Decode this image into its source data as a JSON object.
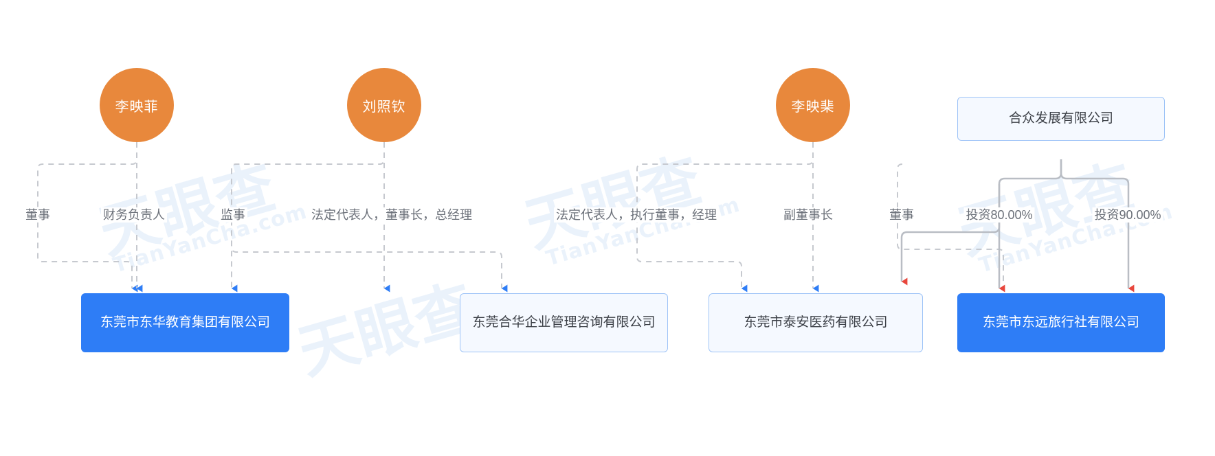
{
  "diagram": {
    "type": "corporate-relationship-graph",
    "watermark_text_cn": "天眼查",
    "watermark_text_en": "TianYanCha.com",
    "colors": {
      "person_fill": "#e8883c",
      "person_text": "#ffffff",
      "company_filled_bg": "#2e7df6",
      "company_outlined_bg": "#f5f9ff",
      "company_outlined_border": "#9dc3f7",
      "edge_dashed": "#c6c9cf",
      "edge_solid": "#b9bdc4",
      "arrow_blue": "#2e7df6",
      "arrow_red": "#e8463c",
      "label_text": "#6b7079"
    },
    "persons": [
      {
        "id": "p1",
        "name": "李映菲"
      },
      {
        "id": "p2",
        "name": "刘照钦"
      },
      {
        "id": "p3",
        "name": "李映棐"
      }
    ],
    "top_companies": [
      {
        "id": "t1",
        "name": "合众发展有限公司"
      }
    ],
    "companies": [
      {
        "id": "c1",
        "name": "东莞市东华教育集团有限公司",
        "style": "filled"
      },
      {
        "id": "c2",
        "name": "东莞合华企业管理咨询有限公司",
        "style": "outlined"
      },
      {
        "id": "c3",
        "name": "东莞市泰安医药有限公司",
        "style": "outlined"
      },
      {
        "id": "c4",
        "name": "东莞市东远旅行社有限公司",
        "style": "filled"
      }
    ],
    "edges": [
      {
        "id": "e1",
        "from": "p1",
        "to": "c1",
        "label": "董事",
        "line": "dashed",
        "arrow": "blue"
      },
      {
        "id": "e2",
        "from": "p1",
        "to": "c1",
        "label": "财务负责人",
        "line": "dashed",
        "arrow": "blue"
      },
      {
        "id": "e3",
        "from": "p2",
        "to": "c1",
        "label": "监事",
        "line": "dashed",
        "arrow": "blue"
      },
      {
        "id": "e4",
        "from": "p2",
        "to": "c2",
        "label": "法定代表人，董事长，总经理",
        "line": "dashed",
        "arrow": "blue"
      },
      {
        "id": "e5",
        "from": "p2",
        "to": "c2",
        "label": "法定代表人，执行董事，经理",
        "line": "dashed",
        "arrow": "blue"
      },
      {
        "id": "e6",
        "from": "p3",
        "to": "c3",
        "label": "副董事长",
        "line": "dashed",
        "arrow": "blue"
      },
      {
        "id": "e7",
        "from": "p3",
        "to": "c3",
        "label": "董事",
        "line": "dashed",
        "arrow": "blue"
      },
      {
        "id": "e8",
        "from": "t1",
        "to": "c3",
        "label": "投资80.00%",
        "line": "solid",
        "arrow": "red"
      },
      {
        "id": "e9",
        "from": "t1",
        "to": "c4",
        "label": "投资90.00%",
        "line": "solid",
        "arrow": "red"
      }
    ],
    "labels": {
      "l1": "董事",
      "l2": "财务负责人",
      "l3": "监事",
      "l4": "法定代表人，董事长，总经理",
      "l5": "法定代表人，执行董事，经理",
      "l6": "副董事长",
      "l7": "董事",
      "l8": "投资80.00%",
      "l9": "投资90.00%"
    }
  }
}
